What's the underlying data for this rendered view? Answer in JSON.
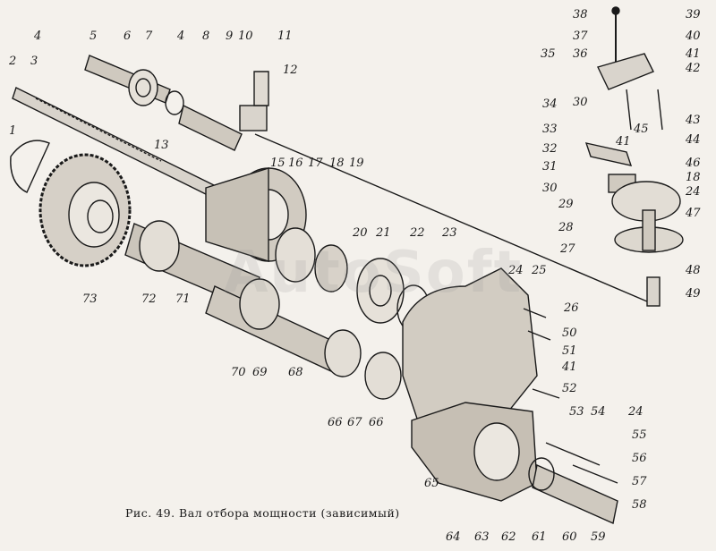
{
  "caption": "Рис. 49. Вал отбора мощности (зависимый)",
  "watermark": "AutoSoft",
  "labels": [
    "1",
    "2",
    "3",
    "4",
    "5",
    "6",
    "7",
    "4",
    "8",
    "9",
    "10",
    "11",
    "12",
    "13",
    "15",
    "16",
    "17",
    "18",
    "19",
    "20",
    "21",
    "22",
    "23",
    "24",
    "25",
    "26",
    "50",
    "51",
    "41",
    "52",
    "53",
    "54",
    "24",
    "55",
    "56",
    "57",
    "58",
    "59",
    "60",
    "61",
    "62",
    "63",
    "64",
    "65",
    "66",
    "67",
    "66",
    "68",
    "69",
    "70",
    "71",
    "72",
    "73",
    "38",
    "39",
    "37",
    "40",
    "35",
    "36",
    "41",
    "42",
    "34",
    "30",
    "33",
    "45",
    "43",
    "32",
    "41",
    "44",
    "31",
    "46",
    "30",
    "18",
    "29",
    "24",
    "28",
    "47",
    "27",
    "48",
    "49"
  ]
}
